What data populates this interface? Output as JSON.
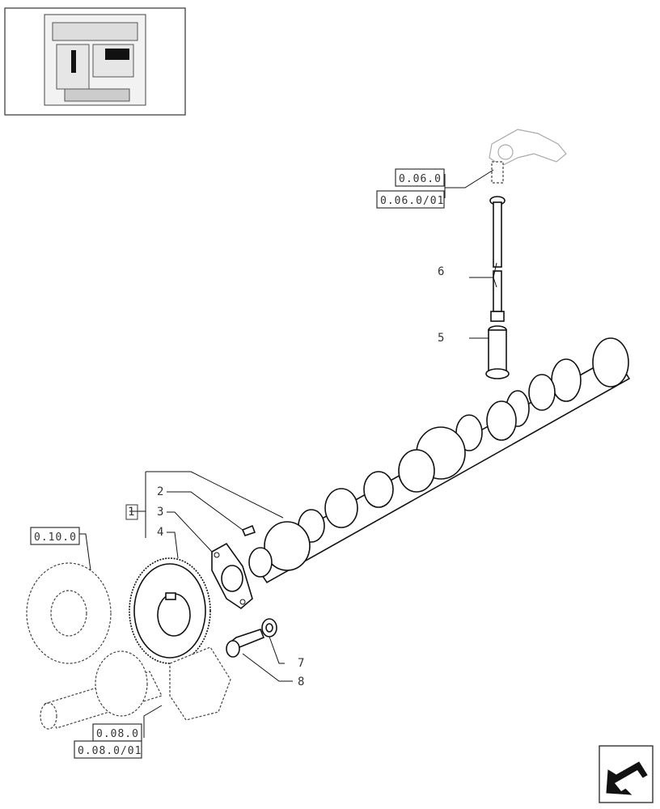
{
  "callouts": {
    "c1": "1",
    "c2": "2",
    "c3": "3",
    "c4": "4",
    "c5": "5",
    "c6": "6",
    "c7": "7",
    "c8": "8"
  },
  "references": {
    "r0600": "0.06.0",
    "r060001": "0.06.0/01",
    "r0100": "0.10.0",
    "r0800": "0.08.0",
    "r080001": "0.08.0/01"
  },
  "icons": {
    "engine_thumbnail": "engine-thumbnail-icon",
    "nav_arrow": "arrow-down-left-icon"
  },
  "colors": {
    "line": "#111111",
    "paper": "#ffffff",
    "frame": "#333333"
  }
}
